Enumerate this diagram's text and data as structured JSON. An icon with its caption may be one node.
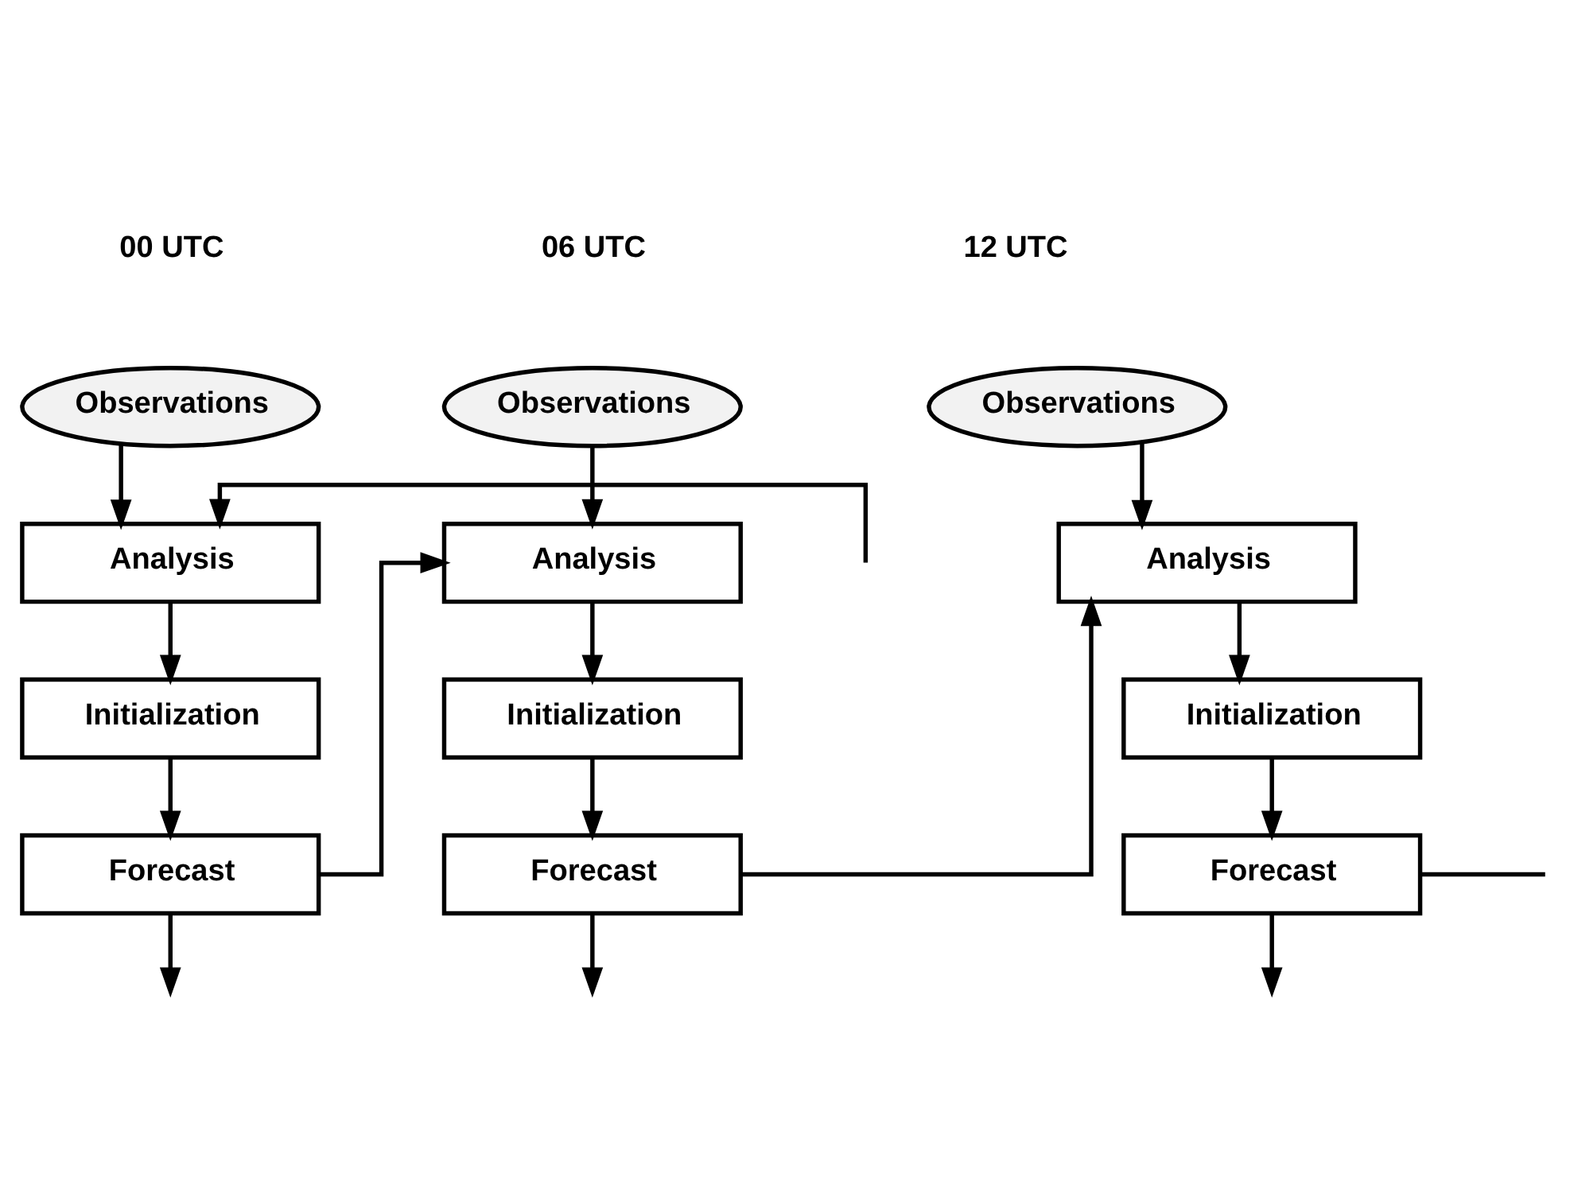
{
  "diagram": {
    "nodes": [
      {
        "text": [
          "Observations"
        ]
      },
      {
        "text": [
          "Analysis"
        ]
      },
      {
        "text": [
          "Initialization"
        ]
      },
      {
        "text": [
          "Forecast"
        ]
      },
      {
        "text": [
          "Observations"
        ]
      },
      {
        "text": [
          "Analysis"
        ]
      },
      {
        "text": [
          "Initialization"
        ]
      },
      {
        "text": [
          "Forecast"
        ]
      },
      {
        "text": [
          "Observations"
        ]
      },
      {
        "text": [
          "Analysis"
        ]
      },
      {
        "text": [
          "Initialization"
        ]
      },
      {
        "text": [
          "Forecast"
        ]
      }
    ],
    "edges": [
      {
        "from": null,
        "to": 1,
        "arrow": "to"
      },
      {
        "from": 0,
        "to": 1,
        "arrow": "to"
      },
      {
        "from": 1,
        "to": 2,
        "arrow": "to"
      },
      {
        "from": 2,
        "to": 3,
        "arrow": "to"
      },
      {
        "from": 3,
        "to": null,
        "arrow": "to"
      },
      {
        "from": 3,
        "to": 5,
        "arrow": "to"
      },
      {
        "from": 4,
        "to": 5,
        "arrow": "to"
      },
      {
        "from": 5,
        "to": 6,
        "arrow": "to"
      },
      {
        "from": 6,
        "to": 7,
        "arrow": "to"
      },
      {
        "from": 7,
        "to": null,
        "arrow": "to"
      },
      {
        "from": 7,
        "to": 9,
        "arrow": "to"
      },
      {
        "from": 8,
        "to": 9,
        "arrow": "to"
      },
      {
        "from": 9,
        "to": 10,
        "arrow": "to"
      },
      {
        "from": 10,
        "to": 11,
        "arrow": "to"
      },
      {
        "from": 11,
        "to": null,
        "arrow": "none"
      },
      {
        "from": 11,
        "to": null,
        "arrow": "to"
      }
    ],
    "labels": [
      "00 UTC",
      "06 UTC",
      "12 UTC"
    ]
  }
}
